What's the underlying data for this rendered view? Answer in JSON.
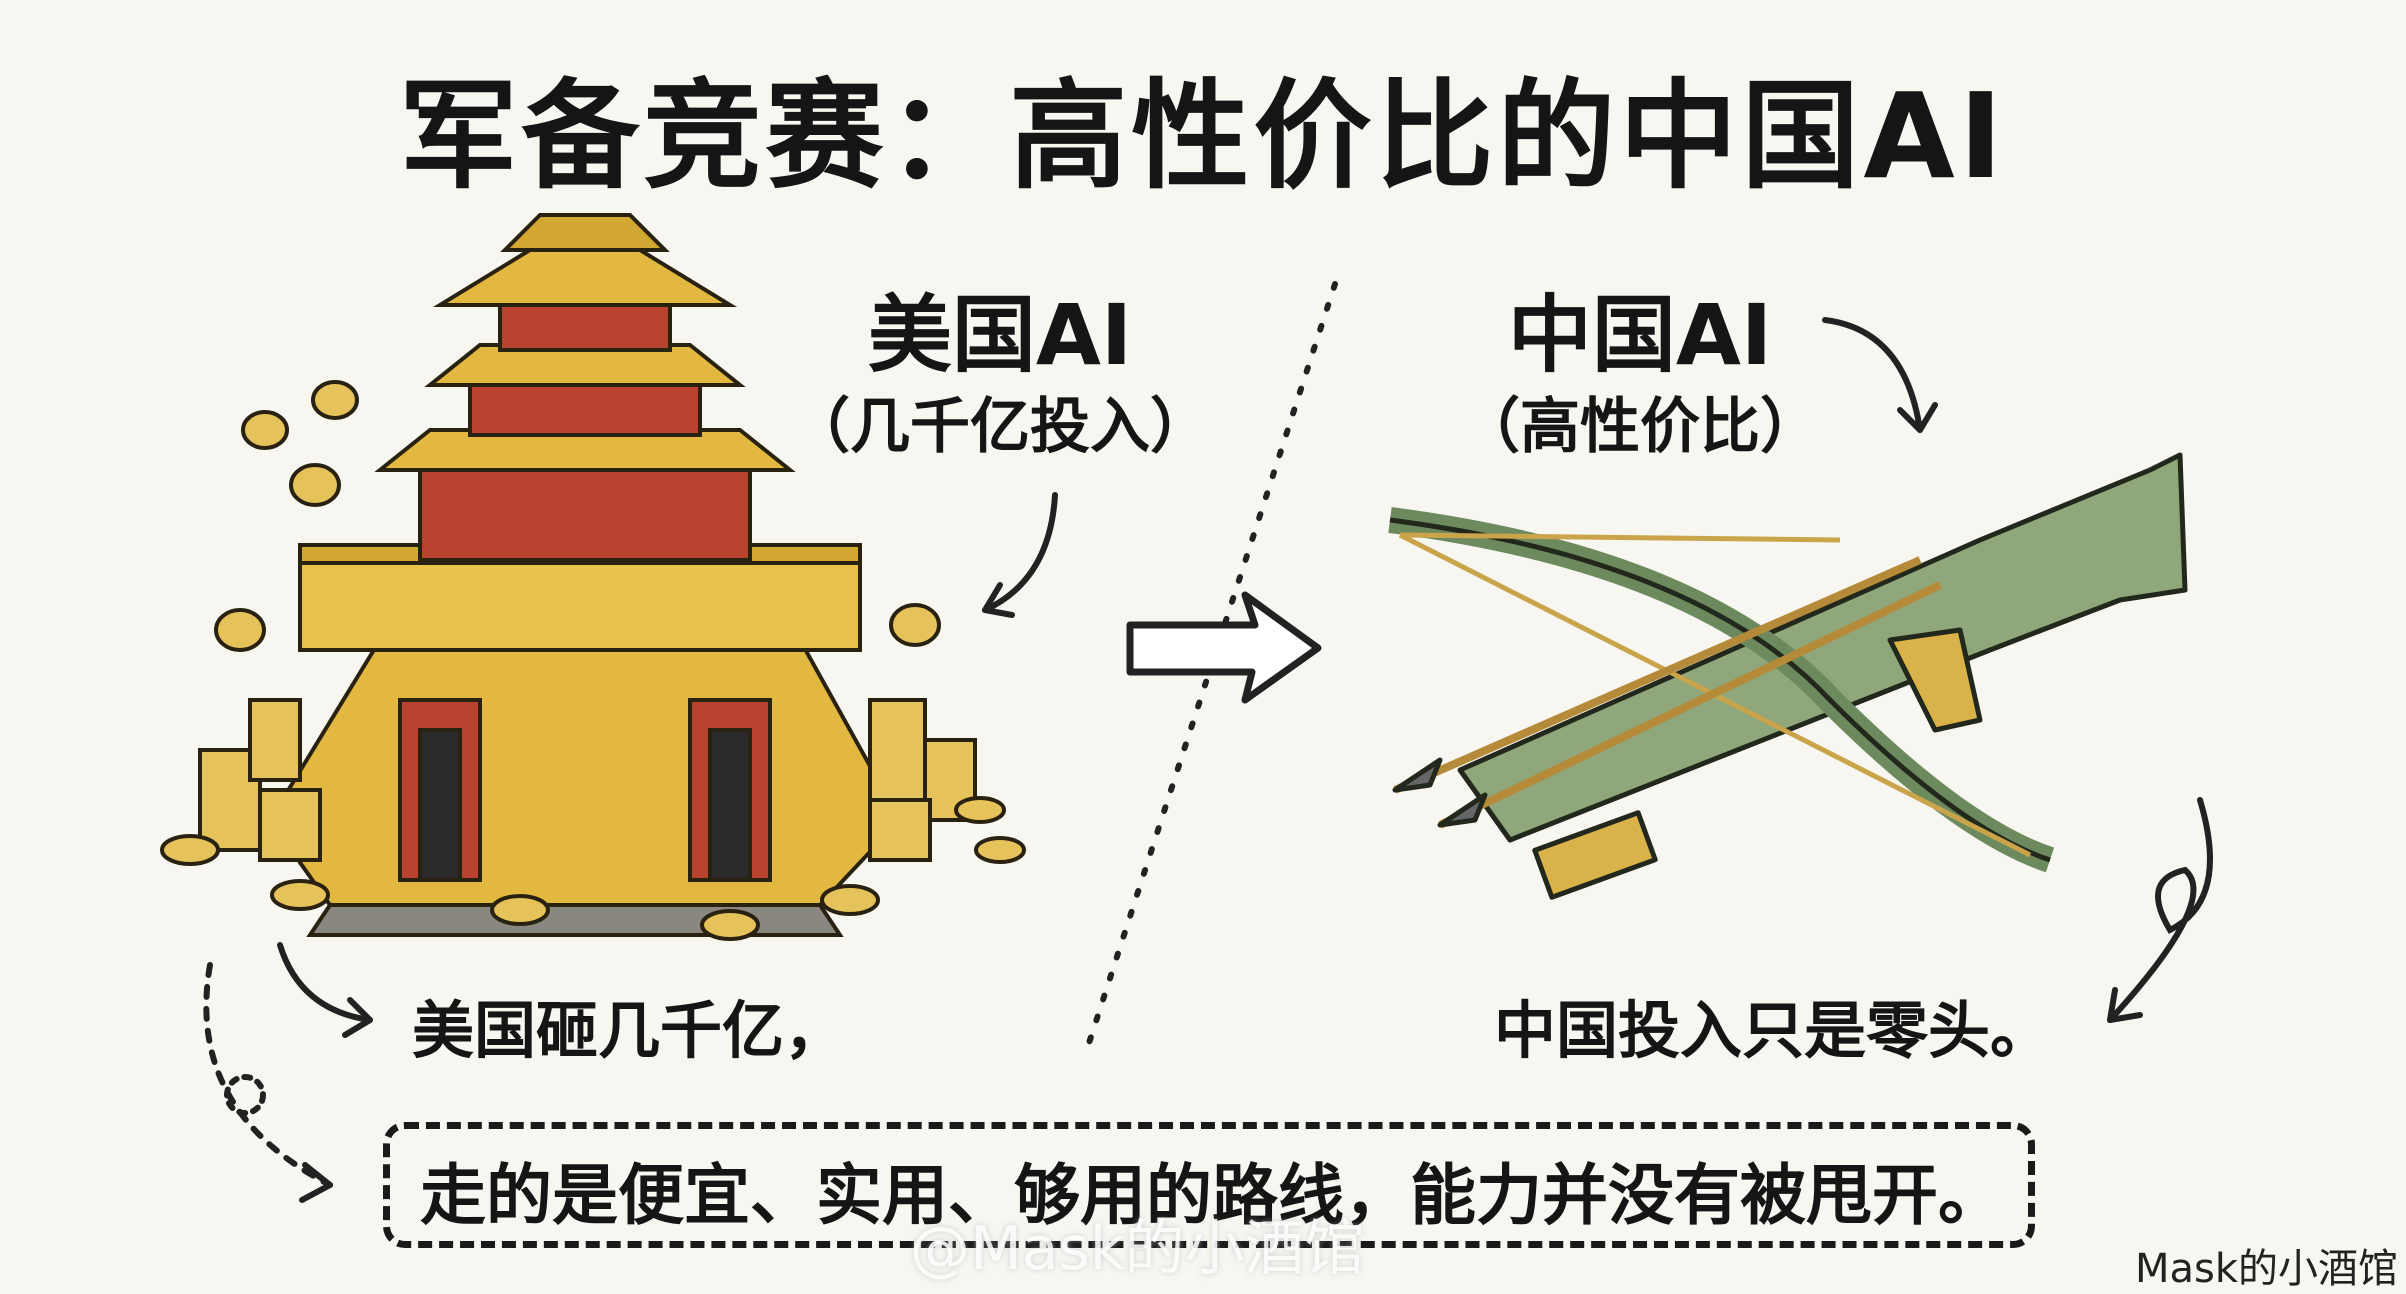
{
  "title": "军备竞赛：高性价比的中国AI",
  "left": {
    "name": "美国AI",
    "subtitle": "（几千亿投入）",
    "caption": "美国砸几千亿，"
  },
  "right": {
    "name": "中国AI",
    "subtitle": "（高性价比）",
    "caption": "中国投入只是零头。"
  },
  "conclusion": "走的是便宜、实用、够用的路线，能力并没有被甩开。",
  "watermark_overlay": "@Mask的小酒馆",
  "watermark": "Mask的小酒馆",
  "colors": {
    "background": "#f7f6f1",
    "gold": "#e2b840",
    "red": "#b8432f",
    "green": "#8fa77a"
  }
}
